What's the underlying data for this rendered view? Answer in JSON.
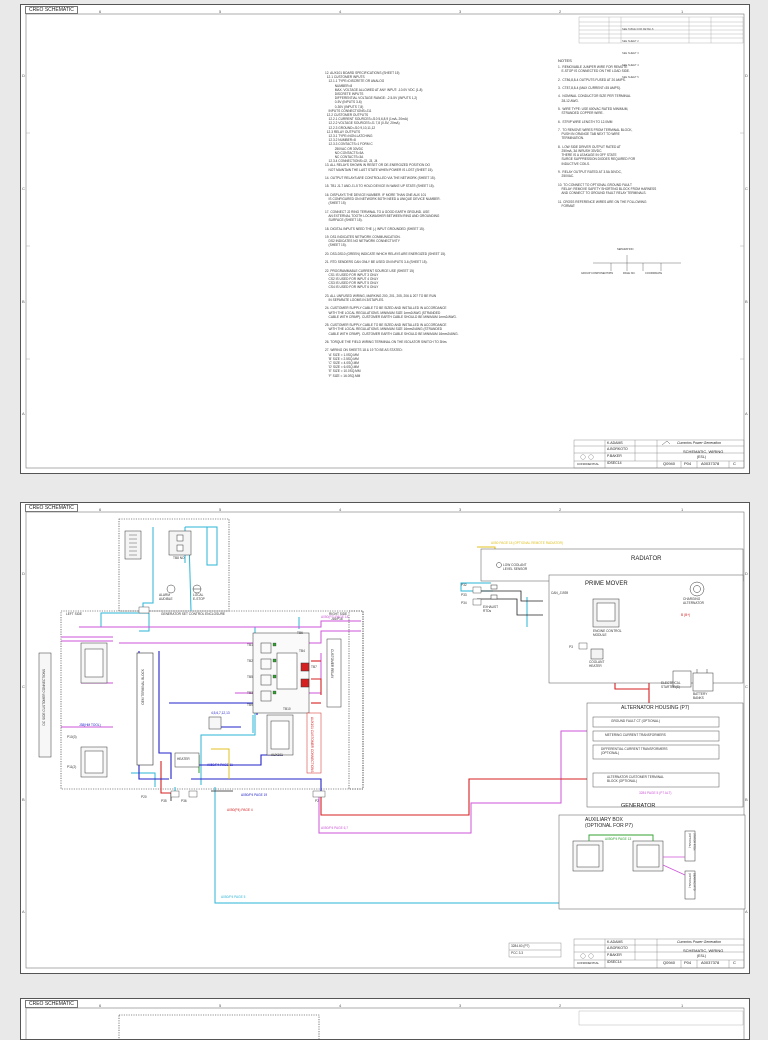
{
  "sheet1": {
    "tab": "CREO SCHEMATIC",
    "zone_cols": [
      "6",
      "5",
      "4",
      "3",
      "2",
      "1"
    ],
    "zone_rows": [
      "D",
      "C",
      "B",
      "A"
    ],
    "revision_rows": [
      "SEE TABLE FOR DETAILS",
      "SEE SHEET 2",
      "SEE SHEET 3",
      "SEE SHEET 4",
      "SEE SHEET 5"
    ],
    "spec_lines": [
      "12. AUX101 BOARD SPECIFICATIONS (SHEET 15)",
      "  12.1 CUSTOMER INPUTS",
      "    12.1.1 TYPE=DISCRETE OR ANALOG",
      "           NUMBER=8",
      "           MAX. VOLTAGE ALLOWED AT ANY INPUT: -10.0V VDC (1-8)",
      "           DISCRETE INPUTS",
      "           DIFFERENTIAL VOLTAGE RANGE: -2.5-5V (INPUTS 1,2)",
      "           0-5V (INPUTS 3-6)",
      "           0-30V (INPUTS 7,8)",
      "    INPUTS CONNECTIONS=J11",
      "  12.2 CUSTOMER OUTPUTS",
      "    12.2.1 CURRENT SOURCES=J10 5,6,8,9 (1mA- 20mA)",
      "    12.2.2 VOLTAGE SOURCES=J1 7,8 (0-5V, 20mA)",
      "    12.2.3 GROUND=J10 9,10,11,12",
      "  12.3 RELAY OUTPUTS",
      "    12.3.1 TYPE=NON-LATCHING",
      "    12.3.2 NUMBER=8",
      "    12.3.3 CONTACTS=1 FORM C",
      "           250VAC OR 30VDC",
      "           NO CONTACTS=5A",
      "           NC CONTACTS=3A",
      "    12.3.4 CONNECTIONS=J2, J3, J4",
      "13. ALL RELAYS SHOWN IN RESET OR DE-ENERGIZED POSITION DO",
      "    NOT MAINTAIN THE LAST STATE WHEN POWER IS LOST (SHEET 15).",
      "",
      "14. OUTPUT RELAYS ARE CONTROLLED VIA THE NETWORK (SHEET 15).",
      "",
      "15. TB1 J1-7 AND J1-5 TO HOLD DEVICE IN WAKE UP STATE (SHEET 15).",
      "",
      "16. DISPLAYS THE DEVICE NUMBER. IF MORE THAN ONE AUX 101",
      "    IS CONFIGURED ON NETWORK BOTH NEED A UNIQUE DEVICE NUMBER.",
      "    (SHEET 15)",
      "",
      "17. CONNECT J2 RING TERMINAL TO A GOOD EARTH GROUND. USE",
      "    AN EXTERNAL TOOTH LOCKWASHER BETWEEN RING AND GROUNDING",
      "    SURFACE (SHEET 15).",
      "",
      "18. DIGITAL INPUTS NEED THE (-) INPUT GROUNDED (SHEET 15).",
      "",
      "19. DS1 INDICATES NETWORK COMMUNICATION.",
      "    DS2 INDICATES NO NETWORK CONNECTIVITY",
      "    (SHEET 15).",
      "",
      "20. DS3-DS10 (GREEN) INDICATE WHICH RELAYS ARE ENERGIZED (SHEET 15).",
      "",
      "21. RTD SENDERS CAN ONLY BE USED ON INPUTS 3-6 (SHEET 15).",
      "",
      "22. PROGRAMMABLE CURRENT SOURCE USE (SHEET 15)",
      "    CS1 IS USED FOR INPUT 3 ONLY",
      "    CS2 IS USED FOR INPUT 4 ONLY",
      "    CS3 IS USED FOR INPUT 5 ONLY",
      "    CS4 IS USED FOR INPUT 6 ONLY",
      "",
      "23. ALL UNFUSED WIRING, MARKING 200, 201, 205, 206 & 207 TO BE RUN",
      "    IN SEPARATE LOOMS IN 3/STAPLES.",
      "",
      "24. CUSTOMER SUPPLY CABLE TO BE SIZED AND INSTALLED IN ACCORDANCE",
      "    WITH THE LOCAL REGULATIONS. MINIMUM SIZE 1mm2/AWG (STRANDED",
      "    CABLE WITH CRIMP). CUSTOMER EARTH CABLE SHOULD BE MINIMUM 1mm2/AWG.",
      "",
      "25. CUSTOMER SUPPLY CABLE TO BE SIZED AND INSTALLED IN ACCORDANCE",
      "    WITH THE LOCAL REGULATIONS. MINIMUM SIZE 16mm2/AWG (STRANDED",
      "    CABLE WITH CRIMP). CUSTOMER EARTH CABLE SHOULD BE MINIMUM 16mm2/AWG.",
      "",
      "26. TORQUE THE FIELD WIRING TERMINAL ON THE ISOLATOR SWITCH TO 3Nm.",
      "",
      "27. WIRING ON SHEETS 18 & 19 TO BE AS STATED:",
      "    'A' SIZE = 1.0SQ.MM",
      "    'B' SIZE = 2.5SQ.MM",
      "    'C' SIZE = 4.0SQ.MM",
      "    'D' SIZE = 6.0SQ.MM",
      "    'E' SIZE = 10.0SQ.MM",
      "    'F' SIZE = 16.0SQ.MM"
    ],
    "notes_title": "NOTES",
    "notes_lines": [
      "1.  REMOVABLE JUMPER WIRE FOR REMOTE",
      "    E-STOP IS CONNECTED ON THE LOAD SIDE.",
      "",
      "2.  CT86,8,8-4 OUTPUTS FUSED AT 20 AMPS.",
      "",
      "3.  CT87,8,8-4 (MAX CURRENT=35 AMPS).",
      "",
      "4.  NOMINAL CONDUCTOR SIZE PER TERMINAL",
      "    28-12 AWG.",
      "",
      "5.  WIRE TYPE: USE 600VAC RATED MINIMUM,",
      "    STRANDED COPPER WIRE.",
      "",
      "6.  STRIP WIRE LENGTH TO 12.0MM",
      "",
      "7.  TO REMOVE WIRES FROM TERMINAL BLOCK,",
      "    PUSH IN ORANGE TAB NEXT TO WIRE",
      "    TERMINATION.",
      "",
      "8.  LOW SIDE DRIVER OUTPUT RATED AT",
      "    250mA, 3A INRUSH 30VDC.",
      "    THERE IS A LEAKAGE IN OFF STATE",
      "    SURGE SUPPRESSION DIODES REQUIRED FOR",
      "    INDUCTIVE COILS.",
      "",
      "9.  RELAY OUTPUT RATED AT 3.5A 30VDC,",
      "    250VAC.",
      "",
      "10. TO CONNECT TO OPTIONAL GROUND FAULT",
      "    RELAY: REMOVE SAFETY SHORTING BLOCK FROM HARNESS",
      "    AND CONNECT TO GROUND FAULT RELAY TERMINALS.",
      "",
      "11. CROSS REFERENCE WIRES ARE ON THE FOLLOWING",
      "    FORMAT:"
    ],
    "format_labels": {
      "top": "SEPARATION",
      "left": "GROUP COMPONENT/PIN",
      "mid": "PAGE NO.",
      "right": "COORDINATE"
    },
    "title_block": {
      "names": [
        "K.ADAMS",
        "A.BORKOTO",
        "P.BAKER",
        "IDSEC14"
      ],
      "company": "Cummins Power Generation",
      "title": "SCHEMATIC, WIRING",
      "subtitle": "(ESL)",
      "confidential": "CONFIDENTIAL",
      "cage": "Q0940",
      "size": "P04",
      "drawing_no": "A0037378",
      "rev": "C"
    }
  },
  "sheet2": {
    "tab": "CREO SCHEMATIC",
    "labels": {
      "left_side": "LEFT SIDE",
      "enclosure": "GENERATOR SET CONTROL ENCLOSURE",
      "right_side": "RIGHT SIDE",
      "alarm": "ALARM\nAUDIBLE",
      "estop": "LOCAL\nE-STOP",
      "tb_nd": "TB8 NO",
      "j38": "J38(HM TOOL)",
      "oem_block": "OEM TERMINAL BLOCK",
      "customer_conn": "DC SIDE CUSTOMER CONNECTIONS",
      "heater": "HEATER",
      "customer_relay": "CUSTOMER RELAY",
      "aux101": "AUX101",
      "aux_relay_cust": "AUX101 CUSTOMER CONNECTIONS",
      "tb1": "TB1",
      "tb2": "TB2",
      "tb5": "TB5",
      "tb3": "TB3",
      "tb4": "TB4",
      "tb9": "TB9",
      "tb10": "TB10",
      "tb6": "TB6",
      "tb7": "TB7",
      "p10": "P10(3)",
      "p11": "P11(2)",
      "j16": "J16/P16",
      "p20": "P20",
      "p35": "P35",
      "p36": "P36",
      "p3": "P3",
      "p2": "P2",
      "p32": "P32",
      "p33": "P33",
      "p34": "P34",
      "radiator": "RADIATOR",
      "low_coolant": "LOW COOLANT\nLEVEL SENSOR",
      "prime_mover": "PRIME MOVER",
      "charging_alt": "CHARGING\nALTERNATOR",
      "exhaust": "EXHAUST\nRTDs",
      "can_j1939": "CAN_J1939",
      "ecm": "ENGINE CONTROL\nMODULE",
      "coolant_heater": "COOLANT\nHEATER",
      "electrical_starter": "ELECTRICAL\nSTARTER(S)",
      "battery": "BATTERY\nBANKS",
      "alt_housing": "ALTERNATOR HOUSING (P7)",
      "gf_ct": "GROUND FAULT CT (OPTIONAL)",
      "metering_ct": "METERING CURRENT TRANSFORMERS",
      "diff_ct": "DIFFERENTIAL CURRENT TRANSFORMERS\n(OPTIONAL)",
      "alt_cust_block": "ALTERNATOR CUSTOMER TERMINAL\nBLOCK (OPTIONAL)",
      "generator": "GENERATOR",
      "aux_box": "AUXILIARY BOX\n(OPTIONAL FOR P7)",
      "stator_rtds": "STATOR RTDs\n(OPTIONAL)",
      "bearing_rtd": "BEARING RTD\n(OPTIONAL)",
      "page_ref1": "A050(P7) PAGE 18",
      "page_ref2": "A050(P4) PAGE 4",
      "page_ref3": "A050/P4 PAGE 11",
      "page_ref4": "A050/P4 PAGE 19",
      "page_ref5": "A050/P4 PAGE 5",
      "page_ref6": "A050/P4 PAGE 6,7",
      "page_ref7": "A050/P4 PAGE 13",
      "page_ref8": "A050 PAGE 18 (OPTIONAL REMOTE RADIATOR)",
      "page_ref9": "3284 PAGE 5 (P7 ALT)",
      "page_ref10": "4,5,6,7,12,13",
      "b_plus": "B+",
      "b_plus2": "B (B+)",
      "foot1": "3284.60 (P7)",
      "foot2": "PCC 3.3"
    },
    "title_block": {
      "names": [
        "K.ADAMS",
        "A.BORKOTO",
        "P.BAKER",
        "IDSEC14"
      ],
      "company": "Cummins Power Generation",
      "title": "SCHEMATIC, WIRING",
      "subtitle": "(ESL)",
      "confidential": "CONFIDENTIAL",
      "cage": "Q0940",
      "size": "P04",
      "drawing_no": "A0037378",
      "rev": "C"
    }
  },
  "sheet3": {
    "tab": "CREO SCHEMATIC"
  },
  "colors": {
    "cyan": "#2bb5d6",
    "magenta": "#cc55d8",
    "red": "#d42020",
    "blue": "#2222c8",
    "yellow": "#e0c020",
    "green": "#30a030",
    "black": "#222222"
  }
}
